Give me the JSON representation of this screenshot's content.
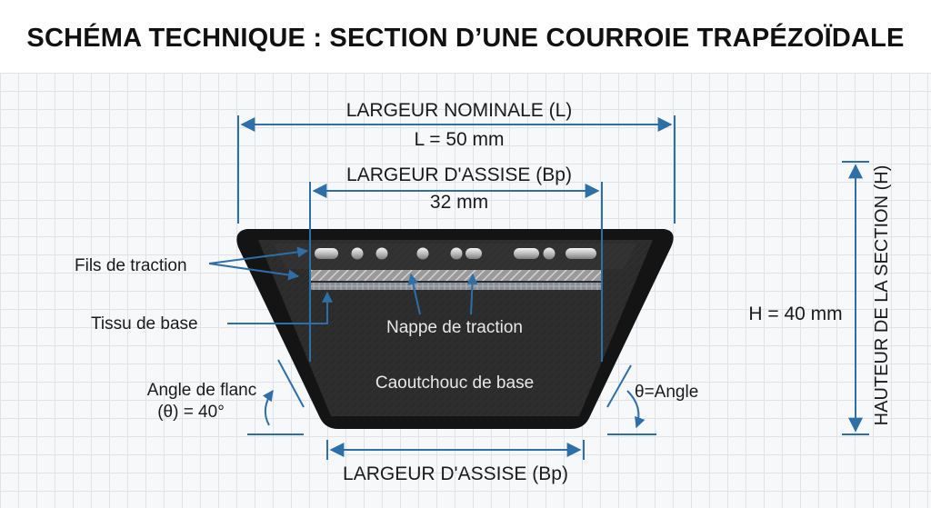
{
  "title": "SCHÉMA TECHNIQUE : SECTION D’UNE COURROIE TRAPÉZOÏDALE",
  "dimensions": {
    "nominal_width_label": "LARGEUR NOMINALE (L)",
    "nominal_width_value": "L = 50 mm",
    "pitch_width_top_label": "LARGEUR D'ASSISE (Bp)",
    "pitch_width_top_value": "32 mm",
    "pitch_width_bottom_label": "LARGEUR D'ASSISE (Bp)",
    "height_label": "HAUTEUR DE LA SECTION (H)",
    "height_value": "H = 40 mm"
  },
  "labels": {
    "tension_cords": "Fils de traction",
    "base_fabric": "Tissu de base",
    "tension_ply": "Nappe de traction",
    "base_rubber": "Caoutchouc de base",
    "flank_angle_line1": "Angle de flanc",
    "flank_angle_line2": "(θ) = 40°",
    "theta_angle": "θ=Angle"
  },
  "colors": {
    "dimension_line": "#2f6fa7",
    "belt_body": "#2c2c2c",
    "belt_outline": "#141414",
    "label_text": "#1a1a1a",
    "inner_text": "#e8e8e8"
  }
}
